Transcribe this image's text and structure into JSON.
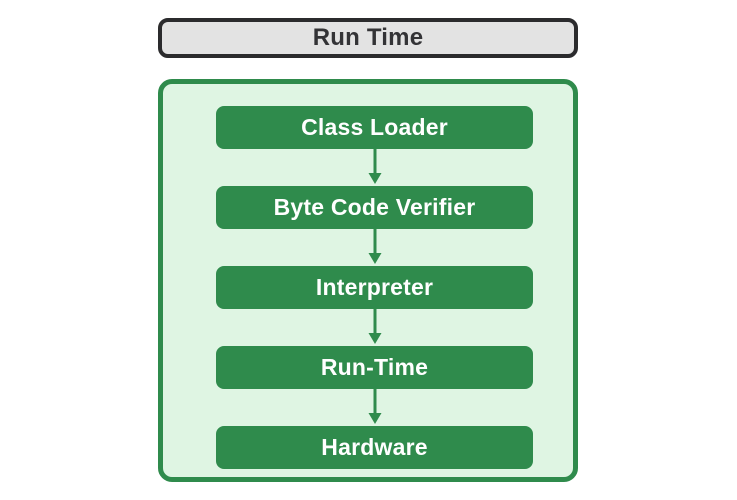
{
  "header": {
    "title": "Run Time"
  },
  "colors": {
    "page_background": "#ffffff",
    "header_fill": "#e3e3e3",
    "header_border": "#2b2b2d",
    "header_text": "#333336",
    "container_fill": "#dff5e3",
    "container_border": "#2f8b4c",
    "step_fill": "#2f8b4c",
    "step_text": "#ffffff",
    "arrow": "#2f8b4c"
  },
  "flow": {
    "steps": [
      {
        "label": "Class Loader"
      },
      {
        "label": "Byte Code Verifier"
      },
      {
        "label": "Interpreter"
      },
      {
        "label": "Run-Time"
      },
      {
        "label": "Hardware"
      }
    ],
    "connector_icon": "down-arrow-icon",
    "connector_count": 4
  },
  "chart_data": {
    "type": "diagram",
    "diagram_kind": "vertical-flowchart",
    "title": "Run Time",
    "nodes": [
      "Class Loader",
      "Byte Code Verifier",
      "Interpreter",
      "Run-Time",
      "Hardware"
    ],
    "edges": [
      [
        "Class Loader",
        "Byte Code Verifier"
      ],
      [
        "Byte Code Verifier",
        "Interpreter"
      ],
      [
        "Interpreter",
        "Run-Time"
      ],
      [
        "Run-Time",
        "Hardware"
      ]
    ],
    "edge_style": "single-headed vertical arrow",
    "direction": "top-to-bottom"
  }
}
